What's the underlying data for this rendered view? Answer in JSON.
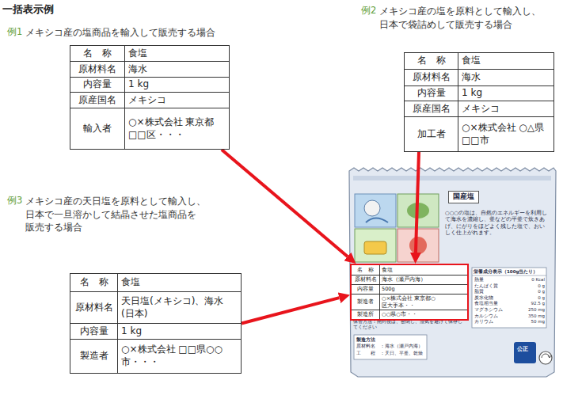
{
  "diagram": {
    "title": "一括表示例",
    "nodes": [
      {
        "text": [
          "例1",
          "メキシコ産の塩商品を輸入して販売する場合",
          "名　称",
          "食塩",
          "原材料名",
          "海水",
          "内容量",
          "1 kg",
          "原産国名",
          "メキシコ",
          "輸入者",
          "○×株式会社 東京都□□区・・・"
        ]
      },
      {
        "text": [
          "例2",
          "メキシコ産の塩を原料として輸入し、 日本で袋詰めして販売する場合",
          "名　称",
          "食塩",
          "原材料名",
          "海水",
          "内容量",
          "1 kg",
          "原産国名",
          "メキシコ",
          "加工者",
          "○×株式会社 ○△県□□市"
        ]
      },
      {
        "text": [
          "例3",
          "メキシコ産の天日塩を原料として輸入し、 日本で一旦溶かして結晶させた塩商品を 販売する場合",
          "名　称",
          "食塩",
          "原材料名",
          "天日塩(メキシコ)、海水 (日本)",
          "内容量",
          "1 kg",
          "製造者",
          "○×株式会社 □□県○○市・・・"
        ]
      },
      {
        "text": [
          "国産塩",
          "○○○の塩は、自然のエネルギーを利用して海水を濃縮し、釜などの平釜で炊きあげ、にがりをほどよく残した塩で、おいしく仕上がれます。",
          "栄養成分表示（100g当たり）",
          "熱量",
          "0 Kcal",
          "たんぱく質",
          "0 g",
          "脂質",
          "0 g",
          "炭水化物",
          "0 g",
          "食塩相当量",
          "92.5 g",
          "マグネシウム",
          "250 mg",
          "カルシウム",
          "350 mg",
          "カリウム",
          "50 mg",
          "保管方法：開封後は、密閉し、湿気を避けて保存してください",
          "製造方法",
          "原材料名　：海水（瀬戸内海）",
          "工　　程　：天日、平釜、乾燥",
          "公正"
        ]
      },
      {
        "text": [
          "名　称",
          "食塩",
          "原材料名",
          "海水（瀬戸内海）",
          "内容量",
          "500g",
          "製造者",
          "○×株式会社 東京都○区大手本・・",
          "製造所",
          "○○県○市・・"
        ],
        "in": 3
      }
    ],
    "edges": [
      {
        "from": 0,
        "to": 4,
        "arrow": "to"
      },
      {
        "from": 1,
        "to": 4,
        "arrow": "to"
      },
      {
        "from": 2,
        "to": 4,
        "arrow": "to"
      }
    ]
  }
}
